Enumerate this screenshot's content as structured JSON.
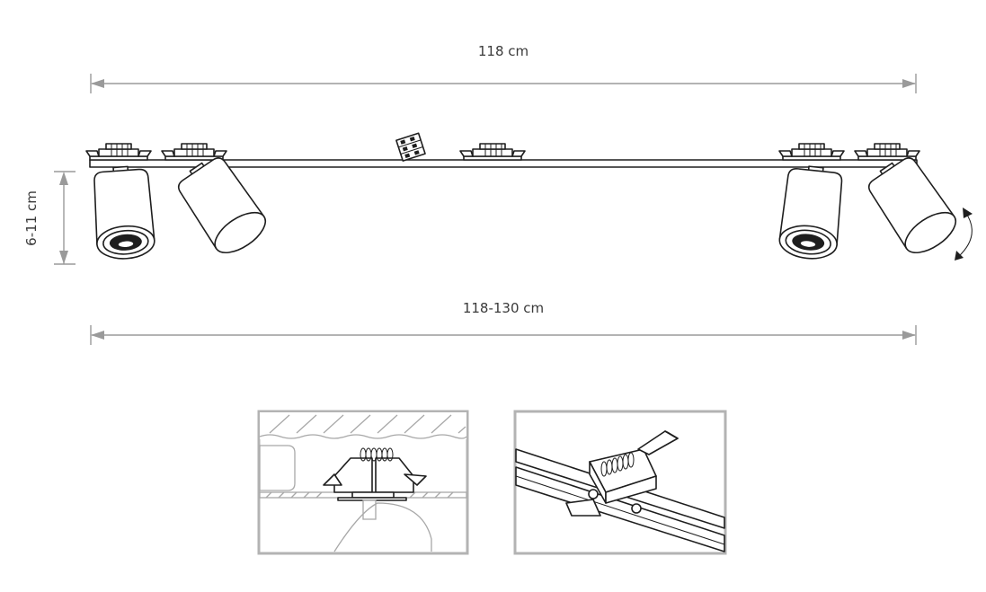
{
  "dimensions": {
    "width_top": "118 cm",
    "height_side": "6-11 cm",
    "width_bottom": "118-130 cm"
  },
  "icons": {
    "rotation": "curved-double-arrow-icon",
    "spring": "spring-clip-icon",
    "connector": "terminal-block-icon"
  }
}
